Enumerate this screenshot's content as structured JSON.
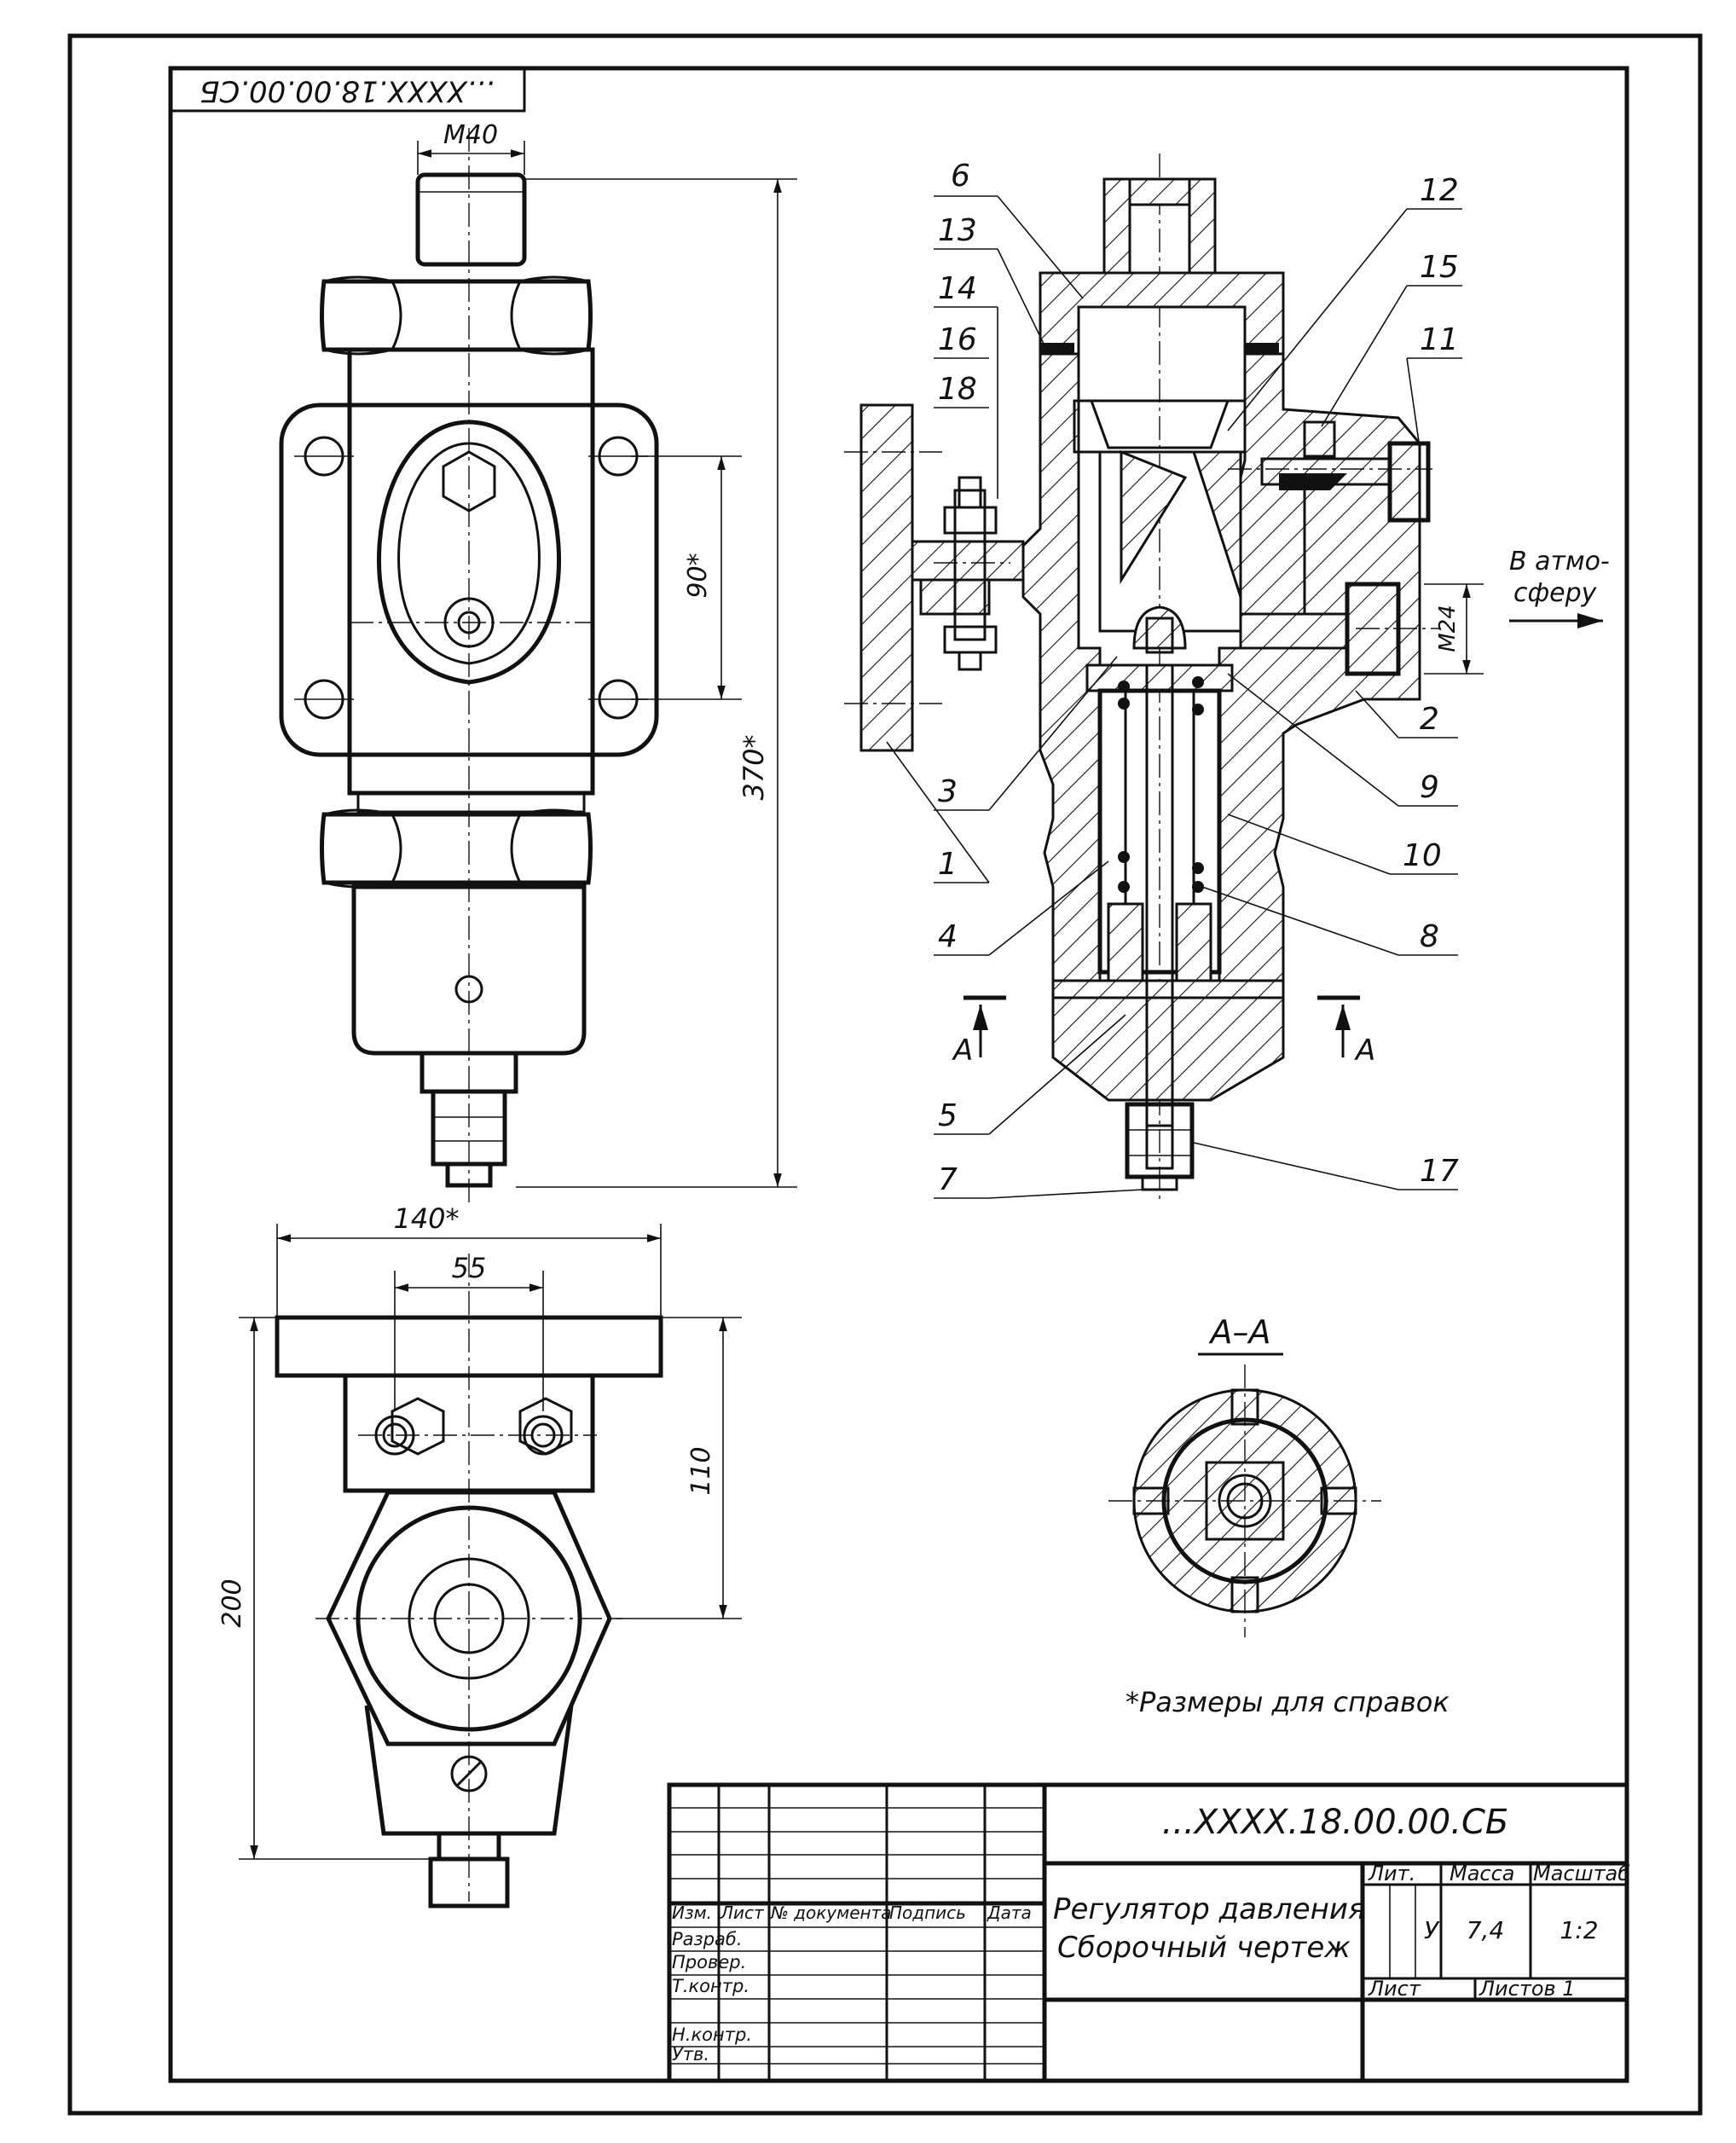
{
  "stamp": {
    "code_rotated": "...XXXX.18.00.00.СБ"
  },
  "front_view": {
    "dim_thread": "М40",
    "dim_height": "370*",
    "dim_holes": "90*"
  },
  "bottom_view": {
    "dim_width": "140*",
    "dim_holes": "55",
    "dim_height": "200",
    "dim_upper": "110"
  },
  "section_view": {
    "callouts": [
      "1",
      "2",
      "3",
      "4",
      "5",
      "6",
      "7",
      "8",
      "9",
      "10",
      "11",
      "12",
      "13",
      "14",
      "15",
      "16",
      "17",
      "18"
    ],
    "outlet_label_1": "В атмо-",
    "outlet_label_2": "сферу",
    "outlet_thread": "М24",
    "cut_mark": "A"
  },
  "section_aa": {
    "title": "А–А"
  },
  "note": "*Размеры для справок",
  "title_block": {
    "doc_code": "...XXXX.18.00.00.СБ",
    "col_izm": "Изм.",
    "col_list": "Лист",
    "col_doc": "№ документа",
    "col_sign": "Подпись",
    "col_date": "Дата",
    "row_razrab": "Разраб.",
    "row_prover": "Провер.",
    "row_tkontr": "Т.контр.",
    "row_nkontr": "Н.контр.",
    "row_utv": "Утв.",
    "name_line1": "Регулятор давления",
    "name_line2": "Сборочный чертеж",
    "lit_label": "Лит.",
    "mass_label": "Масса",
    "scale_label": "Масштаб",
    "lit_value": "У",
    "mass_value": "7,4",
    "scale_value": "1:2",
    "sheet_label": "Лист",
    "sheets_label": "Листов 1"
  }
}
